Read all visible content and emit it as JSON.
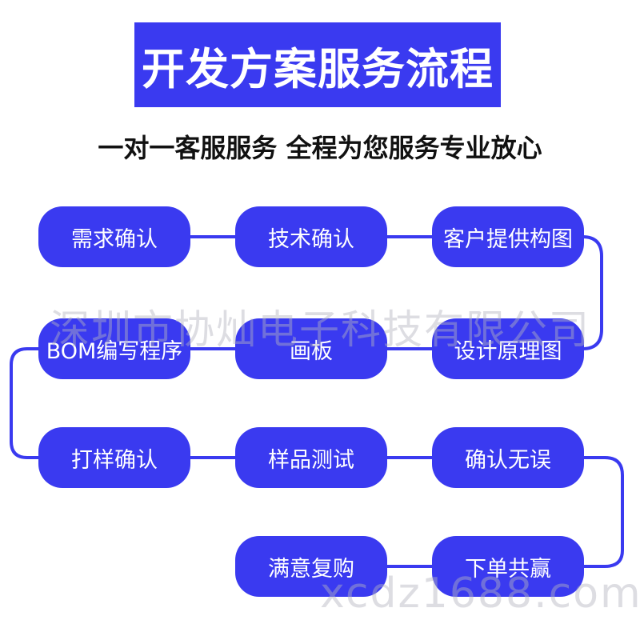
{
  "title": "开发方案服务流程",
  "subtitle": "一对一客服服务  全程为您服务专业放心",
  "colors": {
    "accent": "#3a3af0",
    "text": "#111111",
    "watermark": "#b4b4be"
  },
  "steps": [
    {
      "label": "需求确认"
    },
    {
      "label": "技术确认"
    },
    {
      "label": "客户提供构图"
    },
    {
      "label": "设计原理图"
    },
    {
      "label": "画板"
    },
    {
      "label": "BOM编写程序"
    },
    {
      "label": "打样确认"
    },
    {
      "label": "样品测试"
    },
    {
      "label": "确认无误"
    },
    {
      "label": "下单共赢"
    },
    {
      "label": "满意复购"
    }
  ],
  "watermarks": {
    "company": "深圳市协灿电子科技有限公司",
    "site": "xcdz1688.com"
  }
}
